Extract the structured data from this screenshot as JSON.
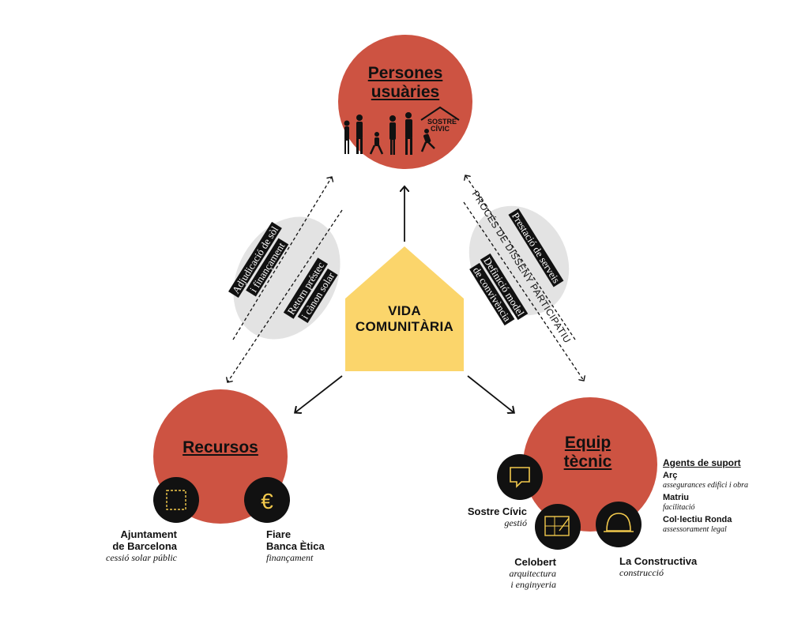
{
  "colors": {
    "circle": "#cd5342",
    "house": "#fbd56b",
    "shadow": "#e3e3e3",
    "dark": "#111111"
  },
  "center": {
    "line1": "VIDA",
    "line2": "COMUNITÀRIA"
  },
  "users": {
    "title1": "Persones",
    "title2": "usuàries",
    "logo1": "SOSTRE",
    "logo2": "CÍVIC"
  },
  "resources": {
    "title": "Recursos",
    "ajuntament": {
      "name1": "Ajuntament",
      "name2": "de Barcelona",
      "role": "cessió solar públic"
    },
    "fiare": {
      "name1": "Fiare",
      "name2": "Banca Ètica",
      "role": "finançament"
    }
  },
  "team": {
    "title1": "Equip",
    "title2": "tècnic",
    "sostre": {
      "name": "Sostre Cívic",
      "role": "gestió"
    },
    "celobert": {
      "name": "Celobert",
      "role1": "arquitectura",
      "role2": "i enginyeria"
    },
    "constructiva": {
      "name": "La Constructiva",
      "role": "construcció"
    }
  },
  "agents": {
    "heading": "Agents de suport",
    "items": [
      {
        "name": "Arç",
        "role": "assegurances edifici i obra"
      },
      {
        "name": "Matriu",
        "role": "facilitació"
      },
      {
        "name": "Col·lectiu Ronda",
        "role": "assessorament legal"
      }
    ]
  },
  "left_labels": {
    "a1": "Adjudicació de sòl",
    "a2": "i finançament",
    "b1": "Retorn préstec",
    "b2": "i cànon solar"
  },
  "right_labels": {
    "c1": "Prestació de serveis",
    "d": "PROCÉS DE DISSENY PARTICIPATIU",
    "e1": "Definició model",
    "e2": "de convivència"
  }
}
